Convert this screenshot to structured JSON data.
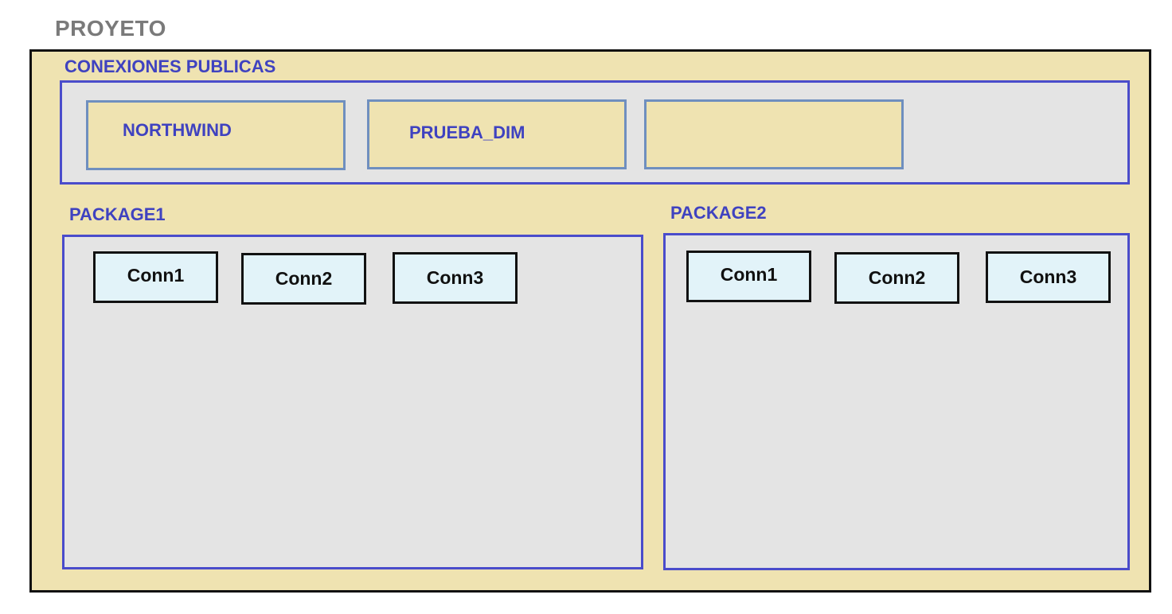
{
  "project": {
    "title": "PROYETO"
  },
  "public_connections": {
    "label": "CONEXIONES PUBLICAS",
    "items": [
      {
        "label": "NORTHWIND"
      },
      {
        "label": "PRUEBA_DIM"
      },
      {
        "label": ""
      }
    ]
  },
  "packages": [
    {
      "label": "PACKAGE1",
      "connections": [
        "Conn1",
        "Conn2",
        "Conn3"
      ]
    },
    {
      "label": "PACKAGE2",
      "connections": [
        "Conn1",
        "Conn2",
        "Conn3"
      ]
    }
  ],
  "colors": {
    "project_fill": "#efe3b1",
    "panel_fill": "#e4e4e4",
    "label_blue": "#3f42c0",
    "connection_fill": "#e2f3f9"
  }
}
